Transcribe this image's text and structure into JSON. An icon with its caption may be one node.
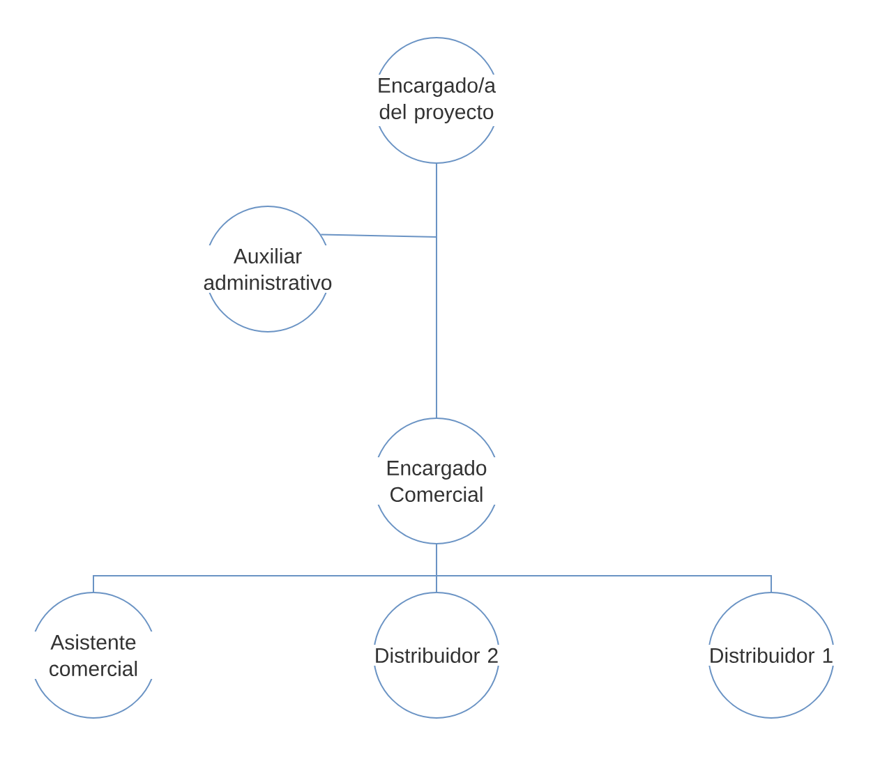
{
  "diagram": {
    "nodes": [
      {
        "text": [
          "Encargado/a del proyecto"
        ]
      },
      {
        "text": [
          "Auxiliar administrativo"
        ]
      },
      {
        "text": [
          "Encargado Comercial"
        ]
      },
      {
        "text": [
          "Asistente comercial"
        ]
      },
      {
        "text": [
          "Distribuidor 2"
        ]
      },
      {
        "text": [
          "Distribuidor 1"
        ]
      }
    ],
    "edges": [
      {
        "from": 0,
        "to": 1,
        "arrow": "none"
      },
      {
        "from": 0,
        "to": 2,
        "arrow": "none"
      },
      {
        "from": 2,
        "to": 3,
        "arrow": "none"
      },
      {
        "from": 2,
        "to": 4,
        "arrow": "none"
      },
      {
        "from": 2,
        "to": 5,
        "arrow": "none"
      }
    ]
  }
}
